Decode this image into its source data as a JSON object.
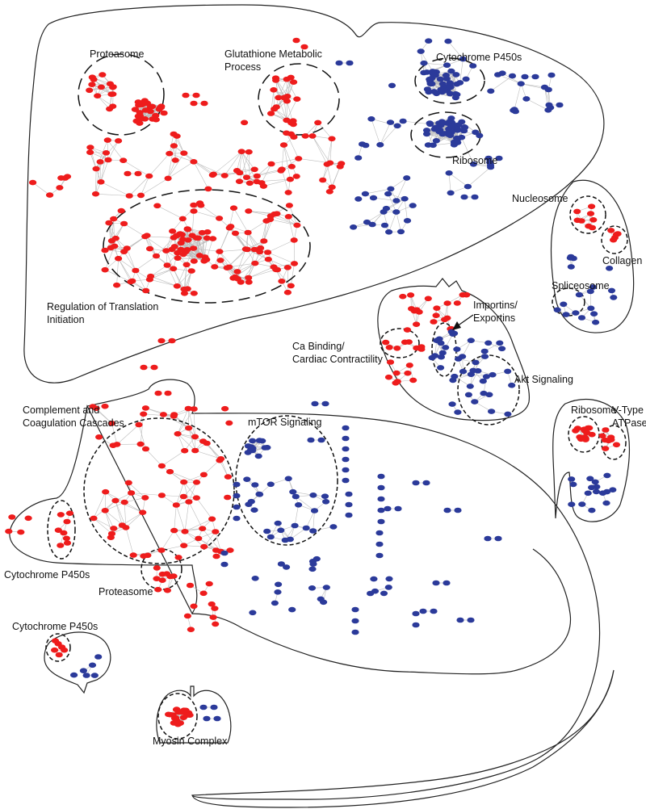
{
  "colors": {
    "up": "#ee1c1c",
    "down": "#2b3a9a",
    "outline": "#222222"
  },
  "labels": {
    "proteasome_liver": "Proteasome",
    "glutathione_1": "Glutathione Metabolic",
    "glutathione_2": "Process",
    "cyp450_liver": "Cytochrome P450s",
    "ribosome_liver": "Ribosome",
    "translation_1": "Regulation of Translation",
    "translation_2": "Initiation",
    "nucleosome": "Nucleosome",
    "collagen": "Collagen",
    "spliceosome": "Spliceosome",
    "importins_1": "Importins/",
    "importins_2": "Exportins",
    "ca_binding_1": "Ca Binding/",
    "ca_binding_2": "Cardiac Contractility",
    "akt": "Akt Signaling",
    "complement_1": "Complement and",
    "complement_2": "Coagulation Cascades",
    "mtor": "mTOR Signaling",
    "ribosome_kidney": "Ribosome",
    "vtype_1": "V-Type",
    "vtype_2": "ATPase",
    "cyp450_rat": "Cytochrome P450s",
    "proteasome_rat": "Proteasome",
    "cyp450_brain": "Cytochrome P450s",
    "myosin": "Myosin Complex"
  }
}
